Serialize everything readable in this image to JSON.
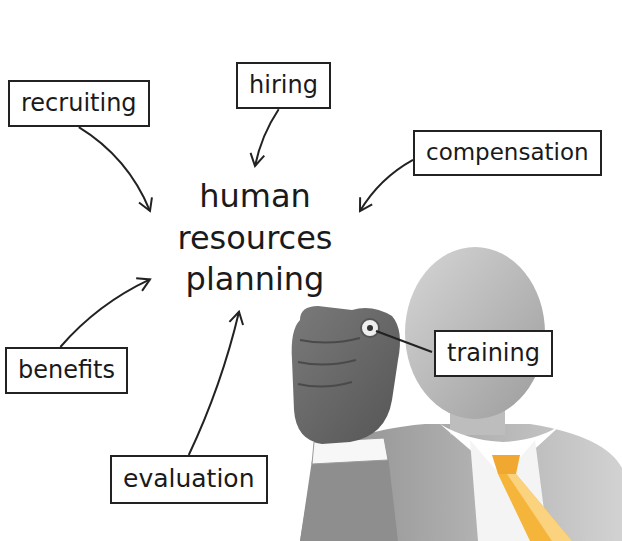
{
  "diagram": {
    "nodes": [
      {
        "text": [
          "recruiting"
        ]
      },
      {
        "text": [
          "hiring"
        ]
      },
      {
        "text": [
          "compensation"
        ]
      },
      {
        "text": [
          "human resources planning"
        ]
      },
      {
        "text": [
          "benefits"
        ]
      },
      {
        "text": [
          "training"
        ]
      },
      {
        "text": [
          "evaluation"
        ]
      }
    ],
    "edges": [
      {
        "from": 0,
        "to": 3,
        "arrow": "to"
      },
      {
        "from": 1,
        "to": 3,
        "arrow": "to"
      },
      {
        "from": 2,
        "to": 3,
        "arrow": "to"
      },
      {
        "from": 4,
        "to": 3,
        "arrow": "to"
      },
      {
        "from": 6,
        "to": 3,
        "arrow": "to"
      }
    ]
  }
}
